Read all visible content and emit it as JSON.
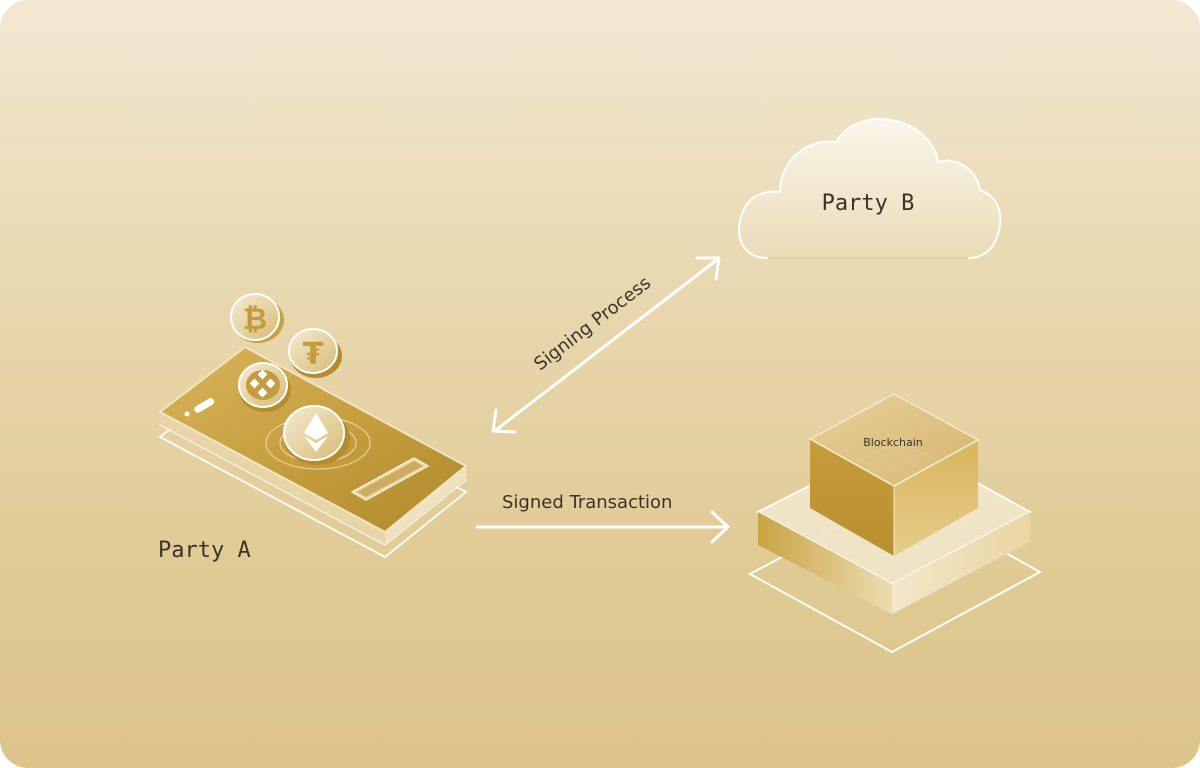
{
  "diagram": {
    "party_a": "Party A",
    "party_b": "Party B",
    "blockchain": "Blockchain",
    "signing_process": "Signing Process",
    "signed_transaction": "Signed Transaction"
  },
  "colors": {
    "background_top": "#f2e8d2",
    "background_bottom": "#dcc48a",
    "gold": "#c9a13f",
    "gold_dark": "#b88f2d",
    "white_line": "#ffffff",
    "text": "#3a3326"
  },
  "icons": [
    "bitcoin-coin-icon",
    "tether-coin-icon",
    "binance-coin-icon",
    "ethereum-coin-icon",
    "cloud-icon",
    "blockchain-cube-icon",
    "phone-icon"
  ]
}
